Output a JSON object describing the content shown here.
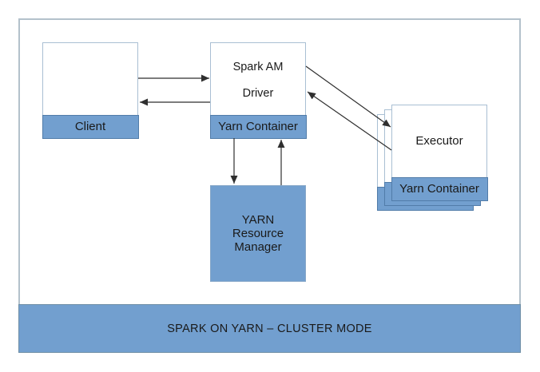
{
  "diagram": {
    "banner": {
      "title": "SPARK ON YARN – CLUSTER MODE"
    },
    "nodes": {
      "client": {
        "label": "Client"
      },
      "spark_am": {
        "line1": "Spark AM",
        "line2": "Driver",
        "container_label": "Yarn Container"
      },
      "executor": {
        "label": "Executor",
        "container_label": "Yarn Container",
        "stack_count": 3
      },
      "resource_manager": {
        "line1": "YARN",
        "line2": "Resource",
        "line3": "Manager"
      }
    },
    "edges": [
      {
        "from": "client",
        "to": "spark_am",
        "direction": "right"
      },
      {
        "from": "spark_am",
        "to": "client",
        "direction": "left"
      },
      {
        "from": "spark_am_container",
        "to": "resource_manager",
        "direction": "down"
      },
      {
        "from": "resource_manager",
        "to": "spark_am_container",
        "direction": "up"
      },
      {
        "from": "spark_am",
        "to": "executor",
        "direction": "diagonal-down-right"
      },
      {
        "from": "executor",
        "to": "spark_am",
        "direction": "diagonal-up-left"
      }
    ],
    "colors": {
      "fill_blue": "#729fcf",
      "border_light": "#a9bfd3",
      "border_blue": "#517ca9",
      "frame_border": "#b3c1cb",
      "arrow": "#2f2f2f",
      "text": "#1a1a1a"
    }
  }
}
